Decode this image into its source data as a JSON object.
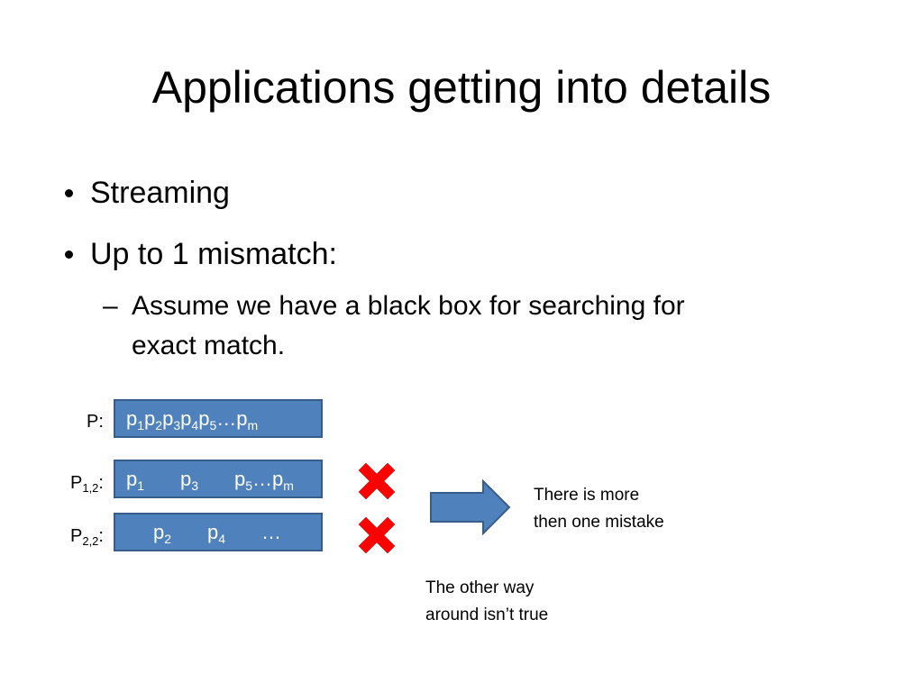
{
  "slide": {
    "title": "Applications getting into details",
    "bullets": [
      {
        "text": "Streaming"
      },
      {
        "text": "Up to 1 mismatch:"
      }
    ],
    "sub_bullet": {
      "dash": "–",
      "line1": "Assume we have a black box for searching for",
      "line2": "exact match."
    }
  },
  "diagram": {
    "rows": [
      {
        "label": {
          "main": "P",
          "sub": "",
          "suffix": ":"
        },
        "tokens": [
          {
            "b": "p",
            "s": "1"
          },
          {
            "b": "p",
            "s": "2"
          },
          {
            "b": "p",
            "s": "3"
          },
          {
            "b": "p",
            "s": "4"
          },
          {
            "b": "p",
            "s": "5"
          },
          {
            "b": "…p",
            "s": "m"
          }
        ]
      },
      {
        "label": {
          "main": "P",
          "sub": "1,2",
          "suffix": ":"
        },
        "tokens": [
          {
            "b": "p",
            "s": "1"
          },
          {
            "b": "p",
            "s": "3"
          },
          {
            "b": "p",
            "s": "5"
          },
          {
            "b": "…p",
            "s": "m"
          }
        ]
      },
      {
        "label": {
          "main": "P",
          "sub": "2,2",
          "suffix": ":"
        },
        "tokens": [
          {
            "b": "p",
            "s": "2"
          },
          {
            "b": "p",
            "s": "4"
          },
          {
            "b": "…",
            "s": ""
          }
        ]
      }
    ],
    "mark_color": "#ff0000",
    "box_color": "#4f81bd",
    "box_border_color": "#385d8a",
    "note_right": {
      "line1": "There is more",
      "line2": "then one mistake"
    },
    "note_bottom": {
      "line1": "The other way",
      "line2": "around isn’t true"
    }
  }
}
